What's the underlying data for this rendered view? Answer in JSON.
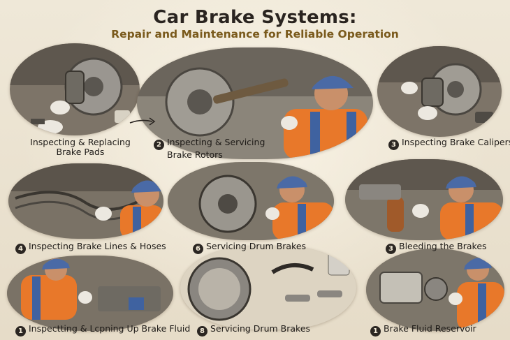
{
  "header": {
    "title": "Car Brake Systems:",
    "subtitle": "Repair and Maintenance for Reliable Operation"
  },
  "steps": [
    {
      "number": "",
      "line1": "Inspecting & Replacing",
      "line2": "Brake Pads"
    },
    {
      "number": "2",
      "line1": "Inspecting & Servicing",
      "line2": "Brake Rotors"
    },
    {
      "number": "3",
      "line1": "Inspecting Brake Calipers",
      "line2": ""
    },
    {
      "number": "4",
      "line1": "Inspecting Brake Lines & Hoses",
      "line2": ""
    },
    {
      "number": "6",
      "line1": "Servicing Drum Brakes",
      "line2": ""
    },
    {
      "number": "3",
      "line1": "Bleeding the Brakes",
      "line2": ""
    },
    {
      "number": "1",
      "line1": "Inspectting & Lcpning Up Brake Fluid",
      "line2": ""
    },
    {
      "number": "8",
      "line1": "Servicing Drum Brakes",
      "line2": ""
    },
    {
      "number": "1",
      "line1": "Brake Fluid Reservoir",
      "line2": ""
    }
  ],
  "colors": {
    "shirt": "#e8782a",
    "overalls": "#3f62a0",
    "cap": "#4a6aa6",
    "metal": "#8a8a86",
    "background": "#ece4d4"
  }
}
